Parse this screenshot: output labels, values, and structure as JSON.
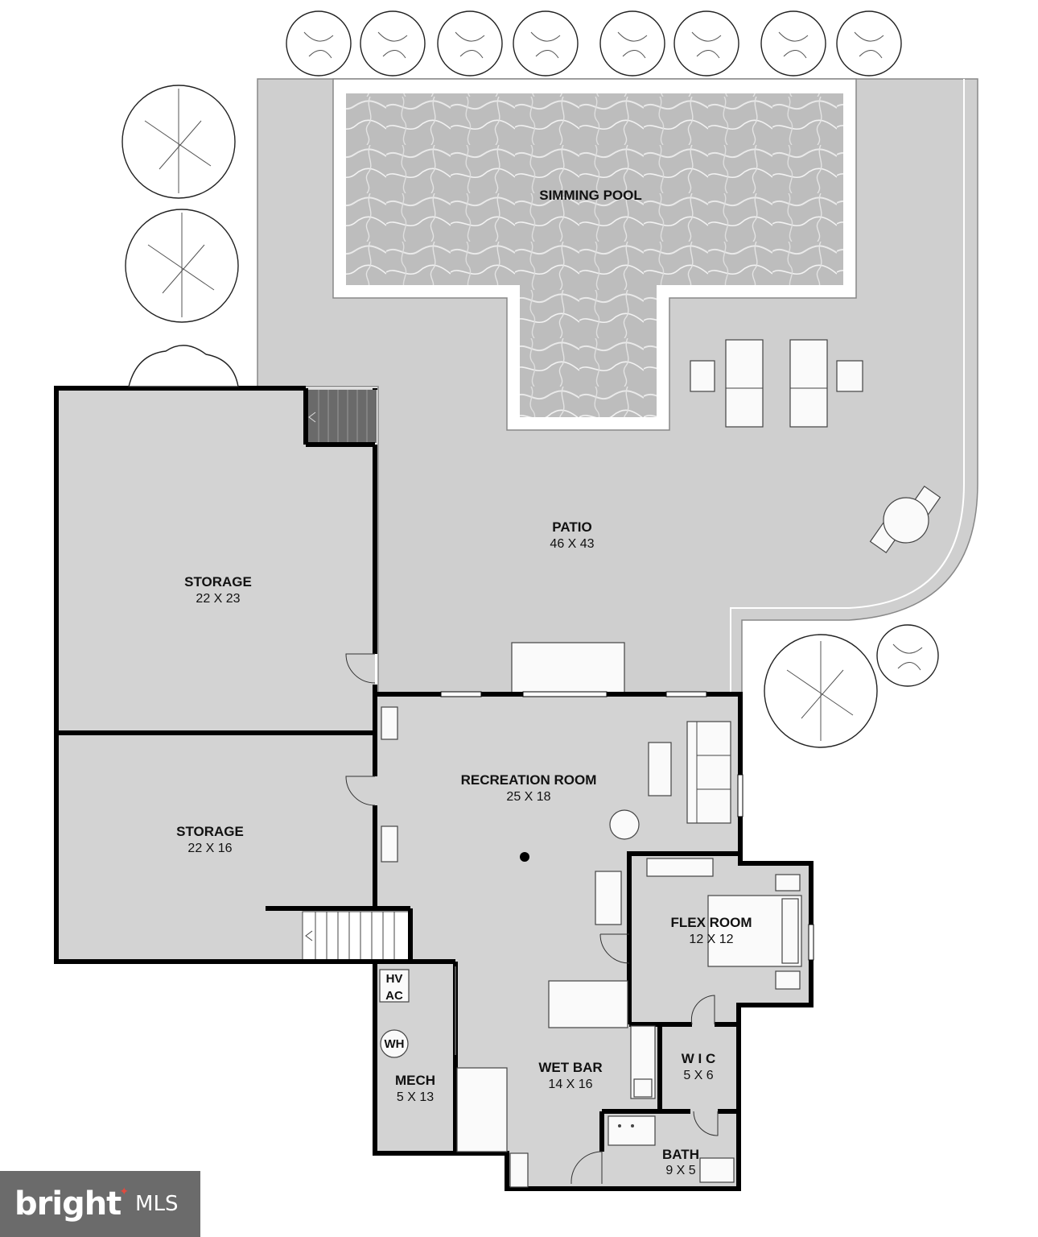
{
  "rooms": {
    "pool": {
      "name": "SIMMING POOL"
    },
    "patio": {
      "name": "PATIO",
      "dims": "46 X 43"
    },
    "storage_upper": {
      "name": "STORAGE",
      "dims": "22 X 23"
    },
    "storage_lower": {
      "name": "STORAGE",
      "dims": "22 X 16"
    },
    "recreation": {
      "name": "RECREATION ROOM",
      "dims": "25 X 18"
    },
    "flex": {
      "name": "FLEX ROOM",
      "dims": "12 X 12"
    },
    "wet_bar": {
      "name": "WET BAR",
      "dims": "14 X 16"
    },
    "mech": {
      "name": "MECH",
      "dims": "5 X 13"
    },
    "wic": {
      "name": "W I C",
      "dims": "5 X 6"
    },
    "bath": {
      "name": "BATH",
      "dims": "9 X 5"
    }
  },
  "equipment": {
    "hvac_line1": "HV",
    "hvac_line2": "AC",
    "water_heater": "WH"
  },
  "logo": {
    "brand": "bright",
    "suffix": "MLS"
  },
  "colors": {
    "floor": "#d3d3d3",
    "patio": "#cfcfcf",
    "wall": "#000000",
    "logo_bg": "#6b6b6b",
    "logo_accent": "#e04a3f"
  }
}
